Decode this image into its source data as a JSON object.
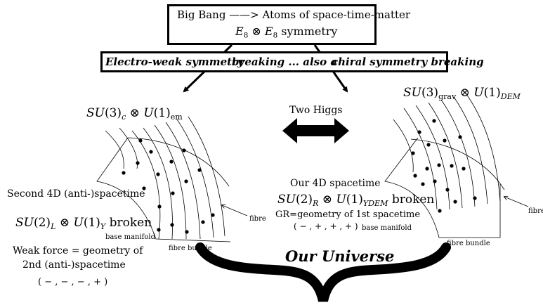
{
  "top_box": {
    "line1": "Big Bang ——> Atoms of space-time-matter",
    "line2_group": "E",
    "line2_sub": "8",
    "line2_otimes": " ⊗ ",
    "line2_sym": " symmetry"
  },
  "band": {
    "part1": "Electro-weak symmetry",
    "part2": "breaking ... also a",
    "part3": "chiral symmetry breaking"
  },
  "left_group": {
    "su": "SU",
    "su_arg": "(3)",
    "su_sub": "c",
    "otimes": " ⊗ ",
    "u": "U",
    "u_arg": "(1)",
    "u_sub": "em"
  },
  "right_group": {
    "su": "SU",
    "su_arg": "(3)",
    "su_sub": "grav",
    "otimes": " ⊗ ",
    "u": "U",
    "u_arg": "(1)",
    "u_sub": "DEM"
  },
  "center": {
    "two_higgs": "Two Higgs",
    "our_universe": "Our Universe"
  },
  "left_text": {
    "second_spacetime": "Second 4D (anti-)spacetime",
    "broken_su": "SU",
    "broken_su_arg": "(2)",
    "broken_su_sub": "L",
    "broken_otimes": " ⊗ ",
    "broken_u": "U",
    "broken_u_arg": "(1)",
    "broken_u_sub": "Y",
    "broken_word": " broken",
    "weak1": "Weak force = geometry of",
    "weak2": "2nd (anti-)spacetime",
    "signature": "( − , − , − , + )",
    "base_manifold": "base manifold",
    "fibre": "fibre",
    "fibre_bundle": "fibre bundle"
  },
  "right_text": {
    "our_spacetime": "Our 4D spacetime",
    "broken_su": "SU",
    "broken_su_arg": "(2)",
    "broken_su_sub": "R",
    "broken_otimes": " ⊗ ",
    "broken_u": "U",
    "broken_u_arg": "(1)",
    "broken_u_sub": "YDEM",
    "broken_word": " broken",
    "gr": "GR=geometry of 1st spacetime",
    "signature": "( − , + , + , + )",
    "base_manifold": "base manifold",
    "fibre": "fibre",
    "fibre_bundle": "fibre bundle"
  }
}
